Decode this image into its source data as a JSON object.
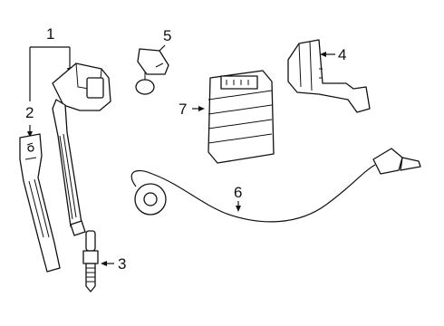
{
  "callouts": [
    {
      "id": "ignition-coil",
      "label": "1"
    },
    {
      "id": "coil-bracket",
      "label": "2"
    },
    {
      "id": "spark-plug",
      "label": "3"
    },
    {
      "id": "connector-bracket",
      "label": "4"
    },
    {
      "id": "camshaft-sensor",
      "label": "5"
    },
    {
      "id": "knock-sensor",
      "label": "6"
    },
    {
      "id": "engine-control-module",
      "label": "7"
    }
  ],
  "colors": {
    "line": "#111111",
    "background": "#ffffff"
  }
}
